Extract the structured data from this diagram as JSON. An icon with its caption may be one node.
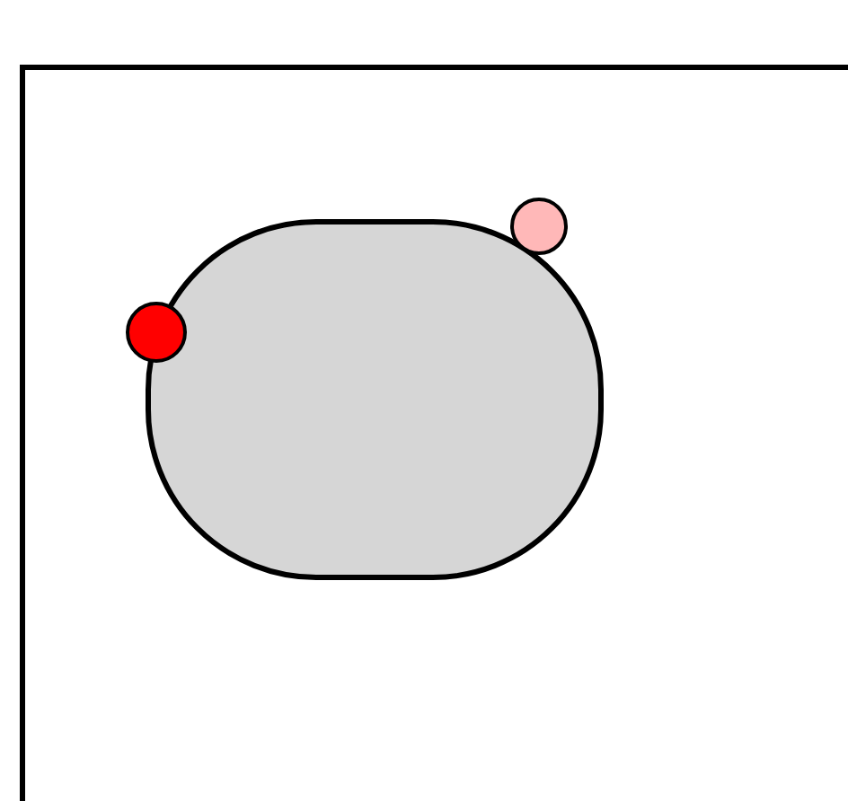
{
  "diagram": {
    "nodes": [
      {
        "text": [],
        "shape": "box"
      },
      {
        "text": [],
        "shape": "box",
        "in": 0
      },
      {
        "text": [],
        "shape": "circle",
        "in": 0
      },
      {
        "text": [],
        "shape": "circle",
        "in": 0
      }
    ]
  }
}
